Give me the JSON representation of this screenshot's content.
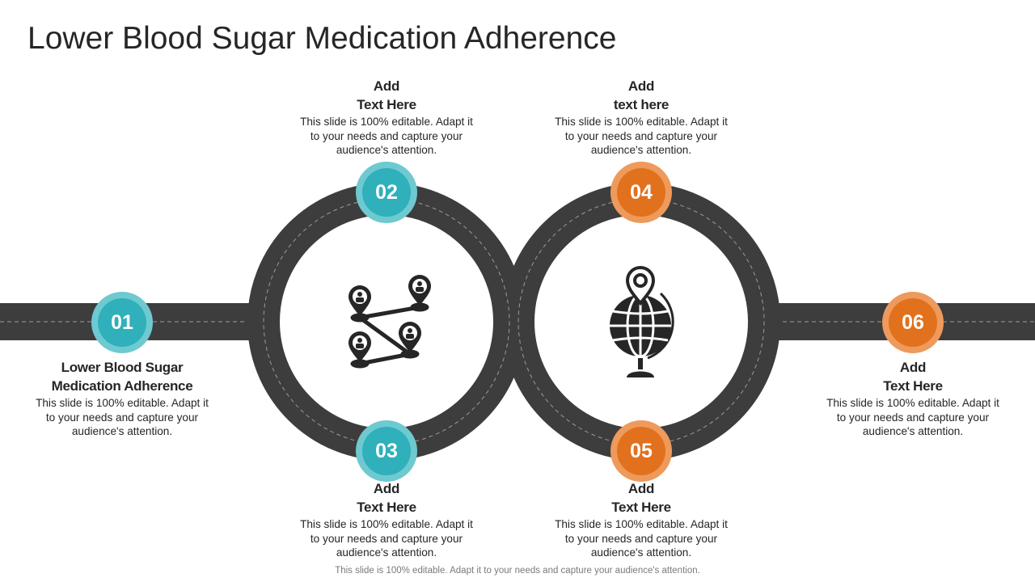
{
  "title": "Lower Blood Sugar Medication Adherence",
  "footer": "This slide is 100% editable. Adapt it to your needs and capture your audience's attention.",
  "colors": {
    "road": "#3d3d3d",
    "teal": "#2fb0bb",
    "orange": "#e2711d",
    "text": "#262626"
  },
  "steps": [
    {
      "number": "01",
      "heading_line1": "Lower Blood Sugar",
      "heading_line2": "Medication Adherence",
      "body": "This slide is 100% editable. Adapt it to your needs and capture your audience's attention."
    },
    {
      "number": "02",
      "heading_line1": "Add",
      "heading_line2": "Text Here",
      "body": "This slide is 100% editable. Adapt it to your needs and capture your audience's attention."
    },
    {
      "number": "03",
      "heading_line1": "Add",
      "heading_line2": "Text Here",
      "body": "This slide is 100% editable. Adapt it to your needs and capture your audience's attention."
    },
    {
      "number": "04",
      "heading_line1": "Add",
      "heading_line2": "text here",
      "body": "This slide is 100% editable. Adapt it to your needs and capture your audience's attention."
    },
    {
      "number": "05",
      "heading_line1": "Add",
      "heading_line2": "Text Here",
      "body": "This slide is 100% editable. Adapt it to your needs and capture your audience's attention."
    },
    {
      "number": "06",
      "heading_line1": "Add",
      "heading_line2": "Text Here",
      "body": "This slide is 100% editable. Adapt it to your needs and capture your audience's attention."
    }
  ],
  "icons": {
    "left": "map-location-pins-icon",
    "right": "globe-location-pin-icon"
  }
}
